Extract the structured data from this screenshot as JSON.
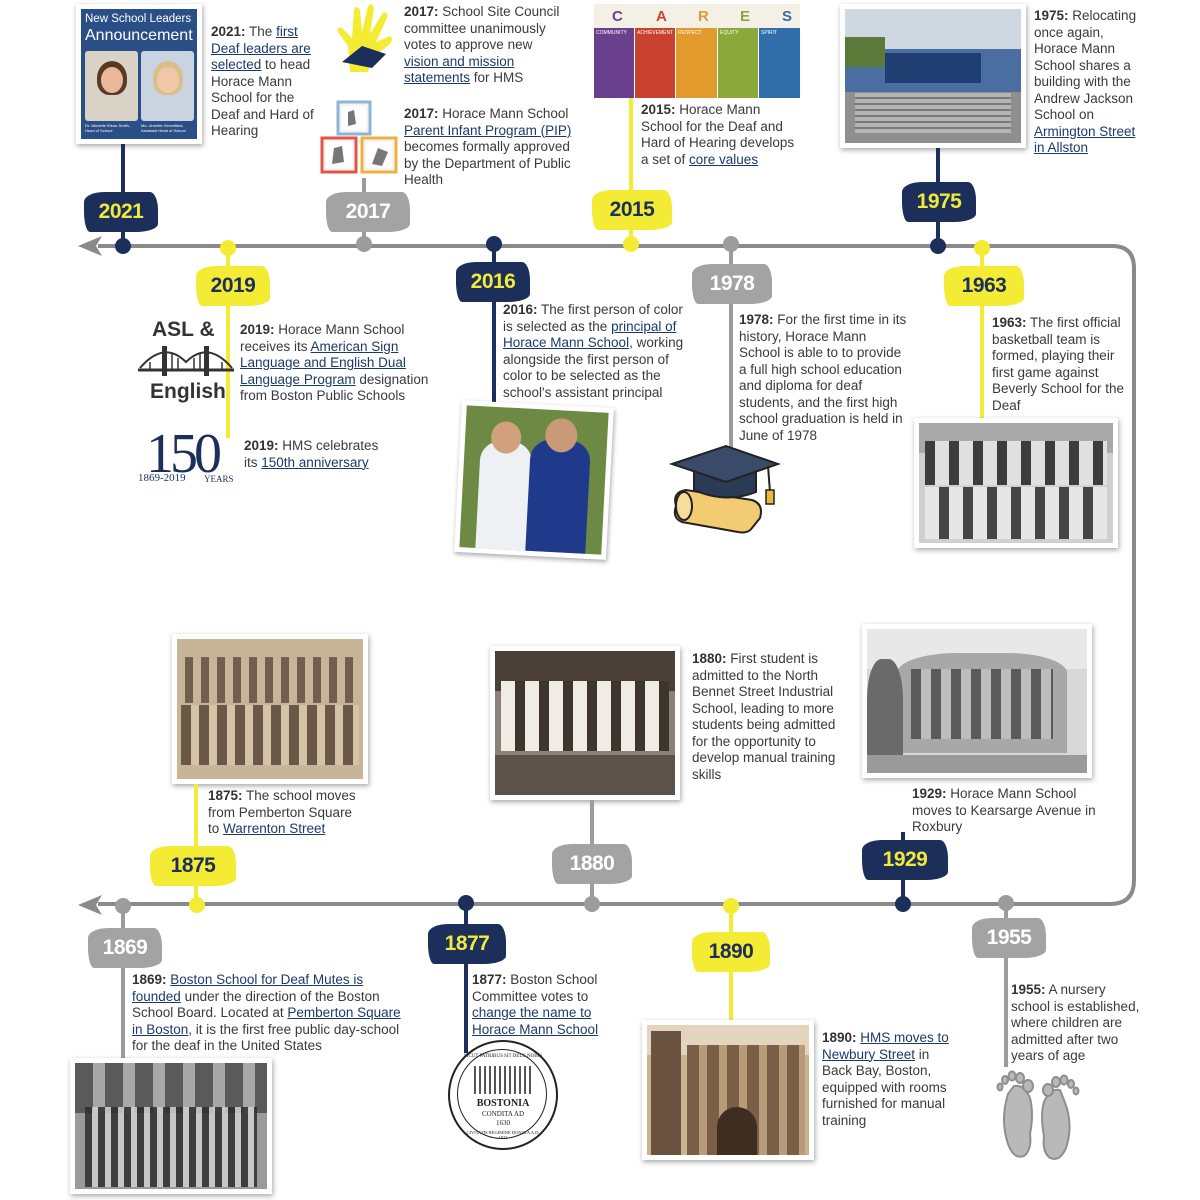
{
  "colors": {
    "navy": "#1b2f5a",
    "gray": "#9c9c9c",
    "yellow": "#f4ec34",
    "link": "#1b3a6b"
  },
  "years": {
    "y2021": "2021",
    "y2017": "2017",
    "y2015": "2015",
    "y1975": "1975",
    "y2019": "2019",
    "y2016": "2016",
    "y1978": "1978",
    "y1963": "1963",
    "y1875": "1875",
    "y1880": "1880",
    "y1929": "1929",
    "y1869": "1869",
    "y1877": "1877",
    "y1890": "1890",
    "y1955": "1955"
  },
  "images": {
    "announcement_line1": "New School Leaders",
    "announcement_line2": "Announcement",
    "announcement_cap1": "Dr. Michelle Eleon-Smith, Head of School",
    "announcement_cap2": "Ms. Jennifer Greenfield, Assistant Head of School",
    "cares_letters": [
      "C",
      "A",
      "R",
      "E",
      "S"
    ],
    "cares_columns": [
      "COMMUNITY",
      "ACHIEVEMENT",
      "RESPECT",
      "EQUITY",
      "SPIRIT"
    ],
    "asl_top": "ASL &",
    "asl_bottom": "English",
    "anniv_number": "150",
    "anniv_range": "1869-2019",
    "anniv_word": "YEARS",
    "seal_top": "SICUT PATRIBUS SIT DEUS NOBIS",
    "seal_bottom": "CIVITATIS REGIMINE DONATA A.D. 1822",
    "seal_name": "BOSTONIA",
    "seal_sub": "CONDITA AD",
    "seal_year": "1630"
  },
  "events": {
    "e2021": {
      "year": "2021:",
      "t1": " The ",
      "link": "first Deaf leaders are selected",
      "t2": " to head Horace Mann School for the Deaf and Hard of Hearing"
    },
    "e2017a": {
      "year": "2017:",
      "t1": " School Site Council committee unanimously votes to approve new ",
      "link": "vision and mission statements",
      "t2": " for HMS"
    },
    "e2017b": {
      "year": "2017:",
      "t1": " Horace Mann School ",
      "link": "Parent Infant Program (PIP)",
      "t2": " becomes formally approved by the Department of Public Health"
    },
    "e2015": {
      "year": "2015:",
      "t1": " Horace Mann School for the Deaf and Hard of Hearing develops a set of ",
      "link": "core values",
      "t2": ""
    },
    "e1975": {
      "year": "1975:",
      "t1": " Relocating once again, Horace Mann School shares a building with the Andrew Jackson School on ",
      "link": "Armington Street in Allston",
      "t2": ""
    },
    "e2019a": {
      "year": "2019:",
      "t1": " Horace Mann School receives its ",
      "link": "American Sign Language and English Dual Language Program",
      "t2": " designation from Boston Public Schools"
    },
    "e2019b": {
      "year": "2019:",
      "t1": " HMS celebrates its ",
      "link": "150th anniversary",
      "t2": ""
    },
    "e2016": {
      "year": "2016:",
      "t1": " The first person of color is selected as the ",
      "link": "principal of Horace Mann School",
      "t2": ", working alongside the first person of color to be selected as the school's assistant principal"
    },
    "e1978": {
      "year": "1978:",
      "t1": " For the first time in its history, Horace Mann School is able to to provide a full high school education and diploma for deaf students, and the first high school graduation is held in June of 1978",
      "link": "",
      "t2": ""
    },
    "e1963": {
      "year": "1963:",
      "t1": " The first official basketball team is formed, playing their first game against Beverly School for the Deaf",
      "link": "",
      "t2": ""
    },
    "e1875": {
      "year": "1875:",
      "t1": " The school moves from Pemberton Square to ",
      "link": "Warrenton Street",
      "t2": ""
    },
    "e1880": {
      "year": "1880:",
      "t1": " First student is admitted to the North Bennet Street Industrial School, leading to more students being admitted for the opportunity to develop manual training skills",
      "link": "",
      "t2": ""
    },
    "e1929": {
      "year": "1929:",
      "t1": " Horace Mann School moves to Kearsarge Avenue in Roxbury",
      "link": "",
      "t2": ""
    },
    "e1869": {
      "year": "1869:",
      "t1": " ",
      "link": "Boston School for Deaf Mutes is founded",
      "t2": " under the direction of the Boston School Board. Located at ",
      "link2": "Pemberton Square in Boston",
      "t3": ", it is the first free public day-school for the deaf in the United States"
    },
    "e1877": {
      "year": "1877:",
      "t1": " Boston School Committee votes to ",
      "link": "change the name to Horace Mann School",
      "t2": ""
    },
    "e1890": {
      "year": "1890:",
      "t1": " ",
      "link": "HMS moves to Newbury Street",
      "t2": " in Back Bay, Boston, equipped with rooms furnished for manual training"
    },
    "e1955": {
      "year": "1955:",
      "t1": " A nursery school is established, where children are admitted after two years of age",
      "link": "",
      "t2": ""
    }
  }
}
